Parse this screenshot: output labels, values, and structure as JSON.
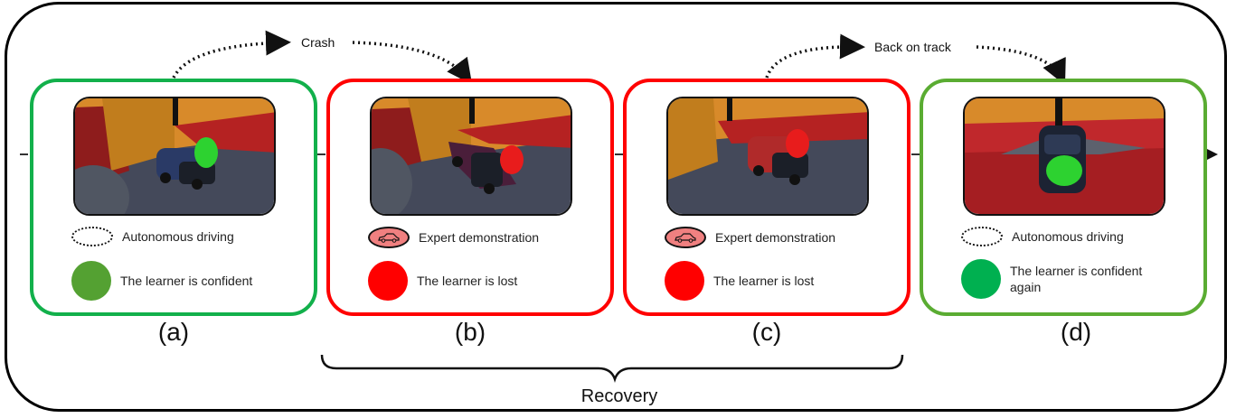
{
  "colors": {
    "green_border": "#12b04b",
    "red_border": "#ff0000",
    "green_border_d": "#5aac32",
    "confident_dot": "#54a132",
    "lost_dot": "#ff0000",
    "confident_again_dot": "#00b050",
    "expert_ellipse": "#f08080"
  },
  "transitions": {
    "crash": "Crash",
    "back_on_track": "Back on track"
  },
  "panels": [
    {
      "id": "a",
      "label": "(a)",
      "mode_label": "Autonomous driving",
      "mode_icon": "dotted-ellipse-icon",
      "state_label": "The learner is confident",
      "state_color": "confident"
    },
    {
      "id": "b",
      "label": "(b)",
      "mode_label": "Expert demonstration",
      "mode_icon": "car-icon",
      "state_label": "The learner is lost",
      "state_color": "lost"
    },
    {
      "id": "c",
      "label": "(c)",
      "mode_label": "Expert demonstration",
      "mode_icon": "car-icon",
      "state_label": "The learner is lost",
      "state_color": "lost"
    },
    {
      "id": "d",
      "label": "(d)",
      "mode_label": "Autonomous driving",
      "mode_icon": "dotted-ellipse-icon",
      "state_label": "The learner is confident again",
      "state_color": "confident_again"
    }
  ],
  "brace_label": "Recovery"
}
